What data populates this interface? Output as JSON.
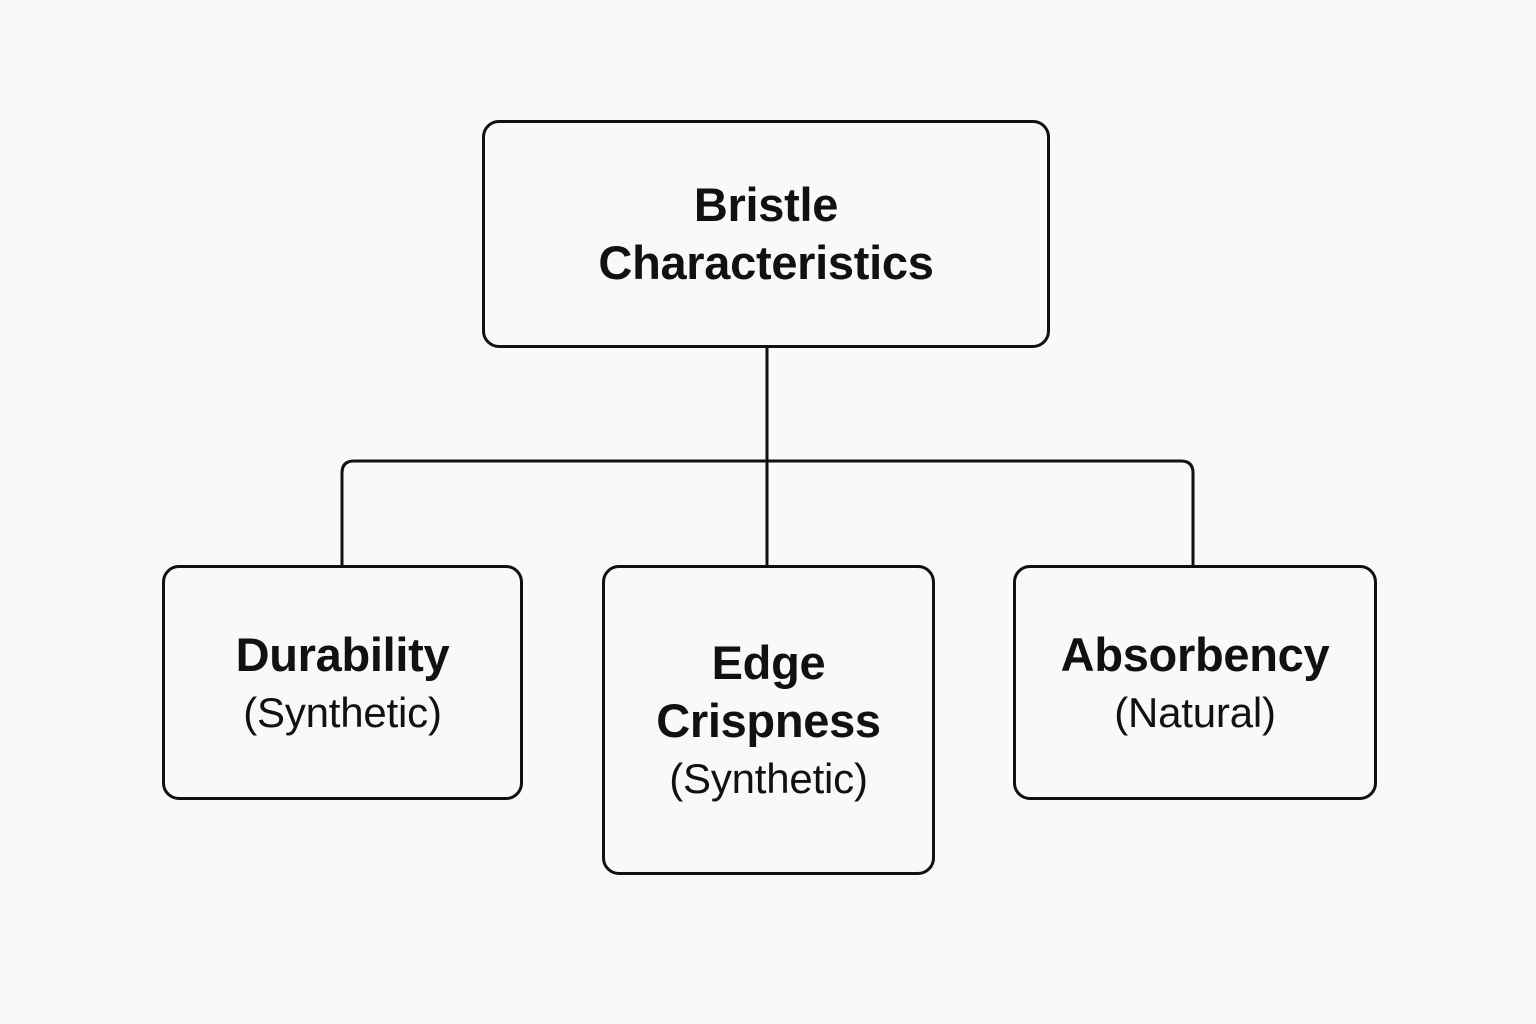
{
  "diagram": {
    "type": "tree",
    "background_color": "#faf9f7",
    "stroke_color": "#111111",
    "text_color": "#111111",
    "root": {
      "title": "Bristle\nCharacteristics",
      "title_line_1": "Bristle",
      "title_line_2": "Characteristics",
      "subtitle": ""
    },
    "children": [
      {
        "id": "durability",
        "title": "Durability",
        "subtitle": "(Synthetic)"
      },
      {
        "id": "edge-crispness",
        "title": "Edge\nCrispness",
        "title_line_1": "Edge",
        "title_line_2": "Crispness",
        "subtitle": "(Synthetic)"
      },
      {
        "id": "absorbency",
        "title": "Absorbency",
        "subtitle": "(Natural)"
      }
    ]
  }
}
